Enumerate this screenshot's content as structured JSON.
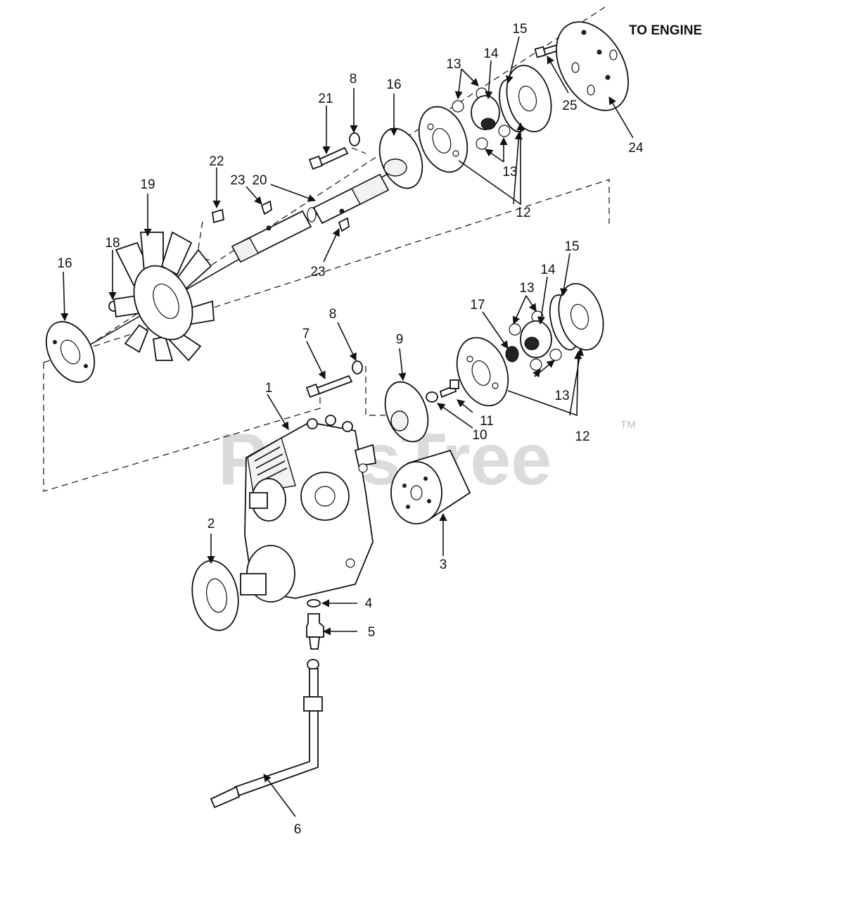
{
  "heading": "TO ENGINE",
  "watermark": {
    "text": "PartsTree",
    "tm": "TM"
  },
  "callouts": [
    "1",
    "2",
    "3",
    "4",
    "5",
    "6",
    "7",
    "8",
    "8",
    "9",
    "10",
    "11",
    "12",
    "12",
    "13",
    "13",
    "13",
    "13",
    "14",
    "14",
    "15",
    "15",
    "16",
    "16",
    "17",
    "18",
    "19",
    "20",
    "21",
    "22",
    "23",
    "23",
    "24",
    "25"
  ]
}
